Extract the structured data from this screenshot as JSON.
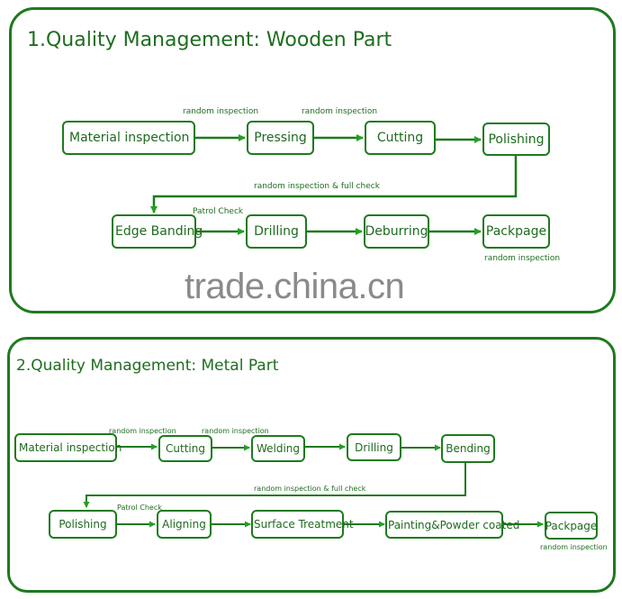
{
  "watermark": "trade.china.cn",
  "colors": {
    "accent": "#1e7a1e",
    "arrow": "#22a022",
    "watermark": "#8a8a8a"
  },
  "wooden": {
    "title": "1.Quality Management: Wooden Part",
    "steps": [
      "Material inspection",
      "Pressing",
      "Cutting",
      "Polishing",
      "Edge Banding",
      "Drilling",
      "Deburring",
      "Packpage"
    ],
    "notes": {
      "pressing": "random inspection",
      "cutting": "random inspection",
      "return": "random inspection & full check",
      "edge_banding": "Patrol Check",
      "packpage": "random inspection"
    }
  },
  "metal": {
    "title": "2.Quality Management: Metal Part",
    "steps": [
      "Material inspection",
      "Cutting",
      "Welding",
      "Drilling",
      "Bending",
      "Polishing",
      "Aligning",
      "Surface Treatment",
      "Painting&Powder coated",
      "Packpage"
    ],
    "notes": {
      "cutting": "random inspection",
      "welding": "random inspection",
      "return": "random inspection & full check",
      "polishing": "Patrol Check",
      "packpage": "random inspection"
    }
  }
}
